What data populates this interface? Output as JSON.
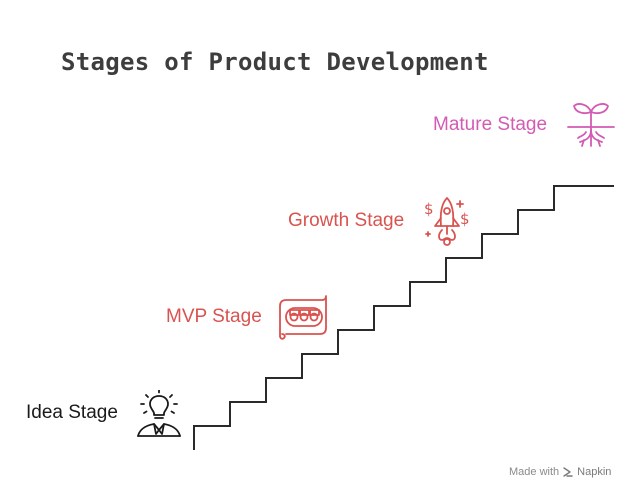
{
  "title": "Stages of Product Development",
  "stages": [
    {
      "label": "Idea Stage",
      "icon": "lightbulb-person-icon",
      "color": "#1a1a1a"
    },
    {
      "label": "MVP Stage",
      "icon": "conveyor-belt-icon",
      "color": "#d9534f"
    },
    {
      "label": "Growth Stage",
      "icon": "rocket-icon",
      "color": "#d9534f"
    },
    {
      "label": "Mature Stage",
      "icon": "sprout-icon",
      "color": "#d35bb3"
    }
  ],
  "footer": {
    "made_with": "Made with",
    "brand": "Napkin"
  }
}
